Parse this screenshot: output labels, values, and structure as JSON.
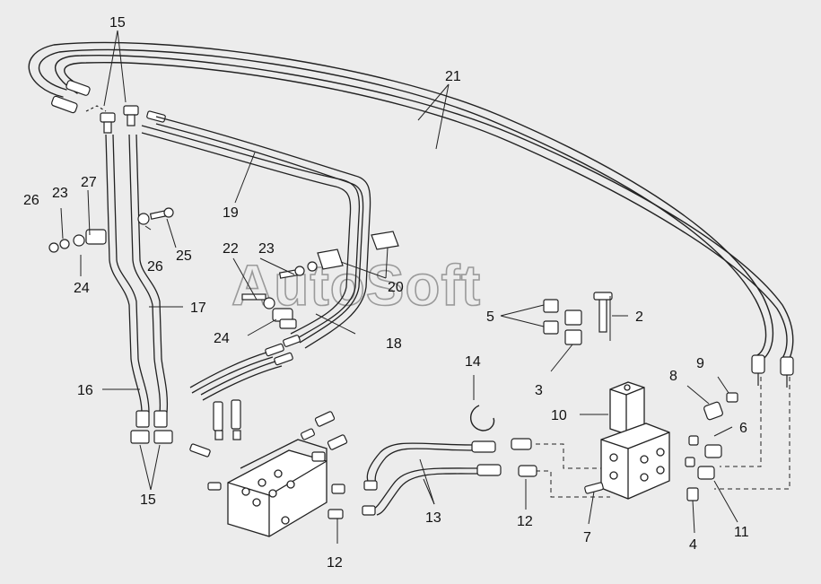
{
  "watermark": "AutoSoft",
  "callouts": {
    "c1": "15",
    "c2": "21",
    "c3": "19",
    "c4": "27",
    "c5": "23",
    "c6": "26",
    "c7": "24",
    "c8": "26",
    "c9": "25",
    "c10": "22",
    "c11": "23",
    "c12": "20",
    "c13": "17",
    "c14": "24",
    "c15": "18",
    "c16": "5",
    "c17": "2",
    "c18": "3",
    "c19": "14",
    "c20": "9",
    "c21": "8",
    "c22": "10",
    "c23": "6",
    "c24": "16",
    "c25": "15",
    "c26": "13",
    "c27": "12",
    "c28": "12",
    "c29": "7",
    "c30": "4",
    "c31": "11"
  }
}
